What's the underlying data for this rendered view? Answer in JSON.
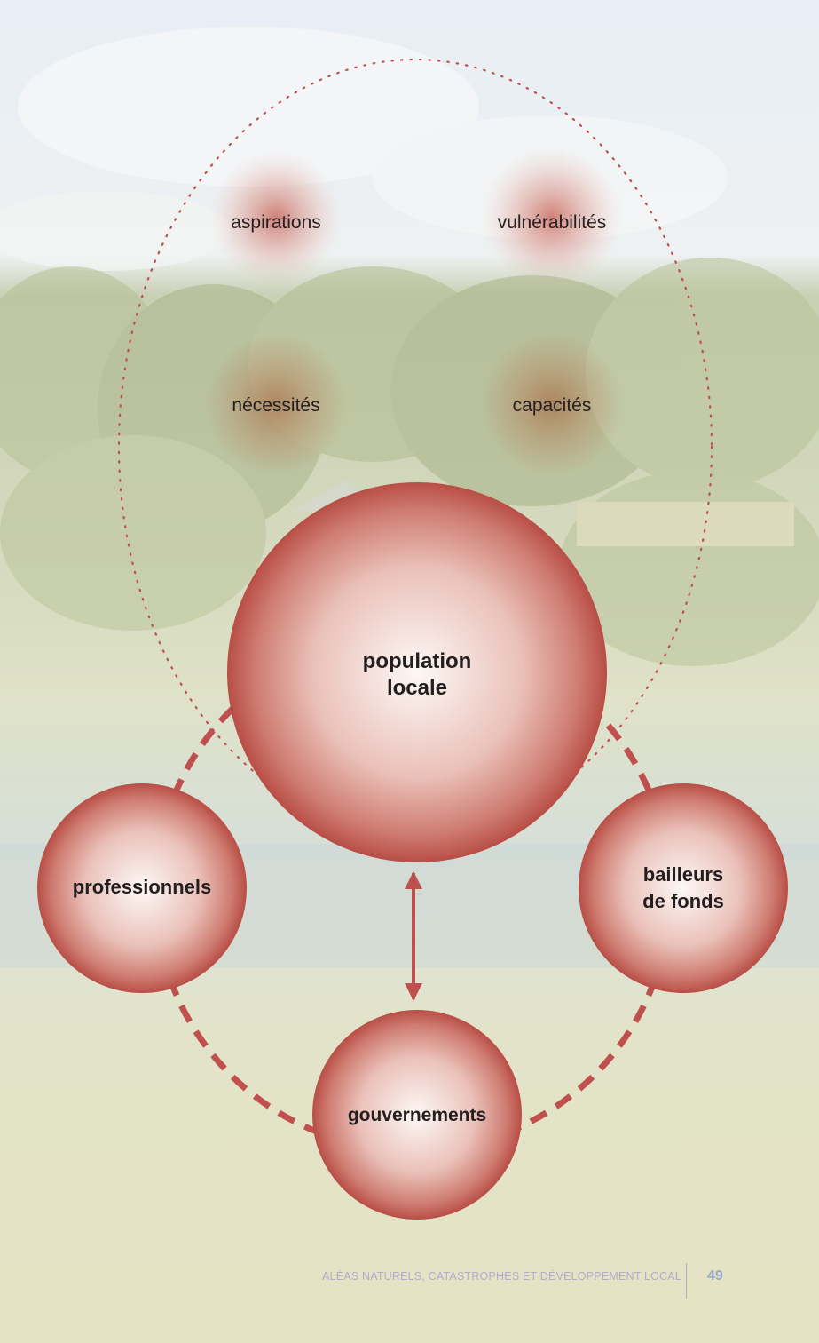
{
  "diagram": {
    "outer_ring_labels": [
      "aspirations",
      "vulnérabilités",
      "nécessités",
      "capacités"
    ],
    "central_node": {
      "lines": [
        "population",
        "locale"
      ]
    },
    "left_node": {
      "lines": [
        "professionnels"
      ]
    },
    "right_node": {
      "lines": [
        "bailleurs",
        "de fonds"
      ]
    },
    "bottom_node": {
      "lines": [
        "gouvernements"
      ]
    },
    "colors": {
      "node_fill_center": "#fdf8f6",
      "node_fill_edge": "#b84e46",
      "connector": "#c0504d",
      "ring_dots": "#c0504d"
    }
  },
  "footer": {
    "title": "ALÉAS NATURELS, CATASTROPHES ET DÉVELOPPEMENT LOCAL",
    "page_number": "49"
  }
}
